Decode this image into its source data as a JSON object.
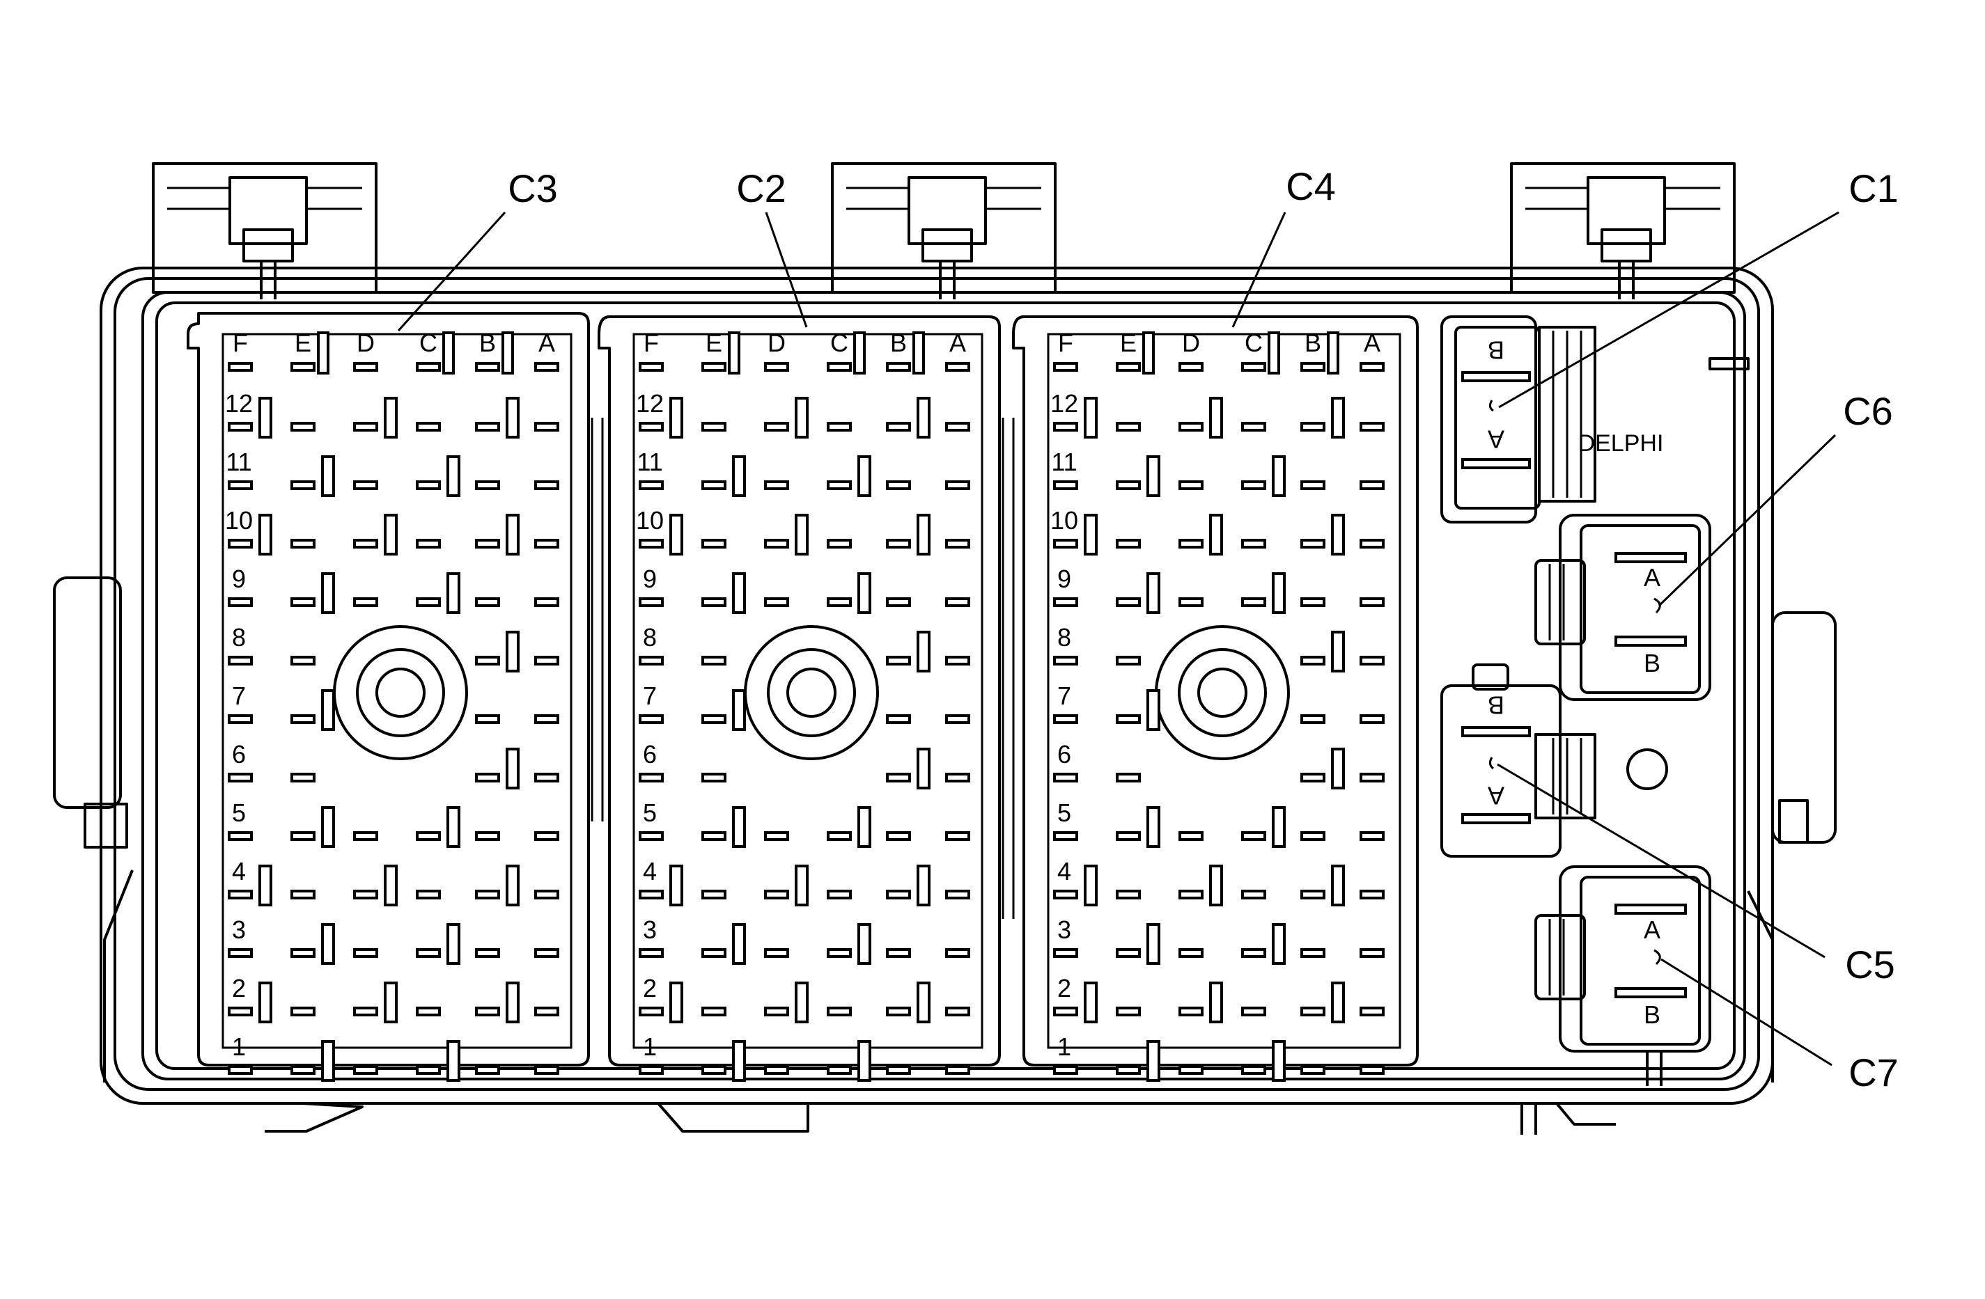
{
  "callouts": {
    "c1": "C1",
    "c2": "C2",
    "c3": "C3",
    "c4": "C4",
    "c5": "C5",
    "c6": "C6",
    "c7": "C7"
  },
  "brand": "DELPHI",
  "column_letters": [
    "F",
    "E",
    "D",
    "C",
    "B",
    "A"
  ],
  "row_numbers": [
    "12",
    "11",
    "10",
    "9",
    "8",
    "7",
    "6",
    "5",
    "4",
    "3",
    "2",
    "1"
  ],
  "small_connectors": {
    "c1": {
      "top": "B",
      "bottom": "A"
    },
    "c6": {
      "top": "A",
      "bottom": "B"
    },
    "c5": {
      "top": "B",
      "bottom": "A"
    },
    "c7": {
      "top": "A",
      "bottom": "B"
    }
  }
}
